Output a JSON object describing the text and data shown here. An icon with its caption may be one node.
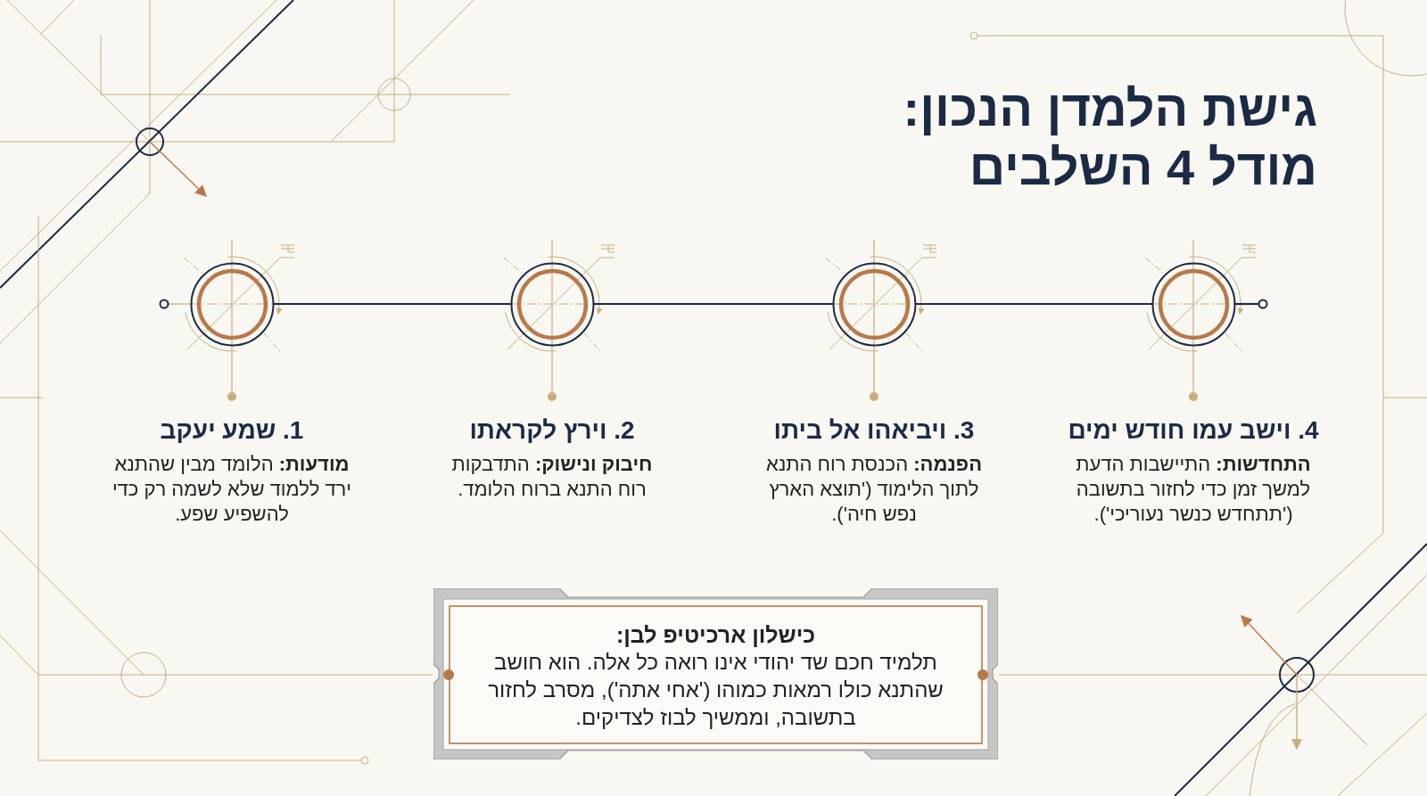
{
  "diagram": {
    "title": "גישת הלמדן הנכון: מודל 4 השלבים",
    "nodes": [
      {
        "text": [],
        "shape": "circle"
      },
      {
        "text": [],
        "shape": "circle",
        "beside": [
          "1. שמע יעקב",
          "**מודעות:** הלומד מבין שהתנא ירד ללמוד שלא לשמה רק כדי להשפיע שפע."
        ]
      },
      {
        "text": [],
        "shape": "circle",
        "beside": [
          "2. וירץ לקראתו",
          "**חיבוק ונישוק:** התדבקות רוח התנא ברוח הלומד."
        ]
      },
      {
        "text": [],
        "shape": "circle",
        "beside": [
          "3. ויביאהו אל ביתו",
          "**הפנמה:** הכנסת רוח התנא לתוך הלימוד ('תוצא הארץ נפש חיה')."
        ]
      },
      {
        "text": [],
        "shape": "circle",
        "beside": [
          "4. וישב עמו חודש ימים",
          "**התחדשות:** התיישבות הדעת למשך זמן כדי לחזור בתשובה ('תתחדש כנשר נעוריכי')."
        ]
      },
      {
        "text": [],
        "shape": "circle"
      },
      {
        "text": [
          "כישלון ארכיטיפ לבן:",
          "תלמיד חכם שד יהודי אינו רואה כל אלה. הוא חושב שהתנא כולו רמאות כמוהו ('אחי אתה'), מסרב לחזור בתשובה, וממשיך לבוז לצדיקים."
        ]
      }
    ],
    "edges": [
      {
        "from": 0,
        "to": 1,
        "arrow": "none",
        "color": "#c9ae82"
      },
      {
        "from": 1,
        "to": 2,
        "arrow": "none"
      },
      {
        "from": 2,
        "to": 3,
        "arrow": "none"
      },
      {
        "from": 3,
        "to": 4,
        "arrow": "none"
      },
      {
        "from": 4,
        "to": 5,
        "arrow": "none"
      }
    ]
  }
}
